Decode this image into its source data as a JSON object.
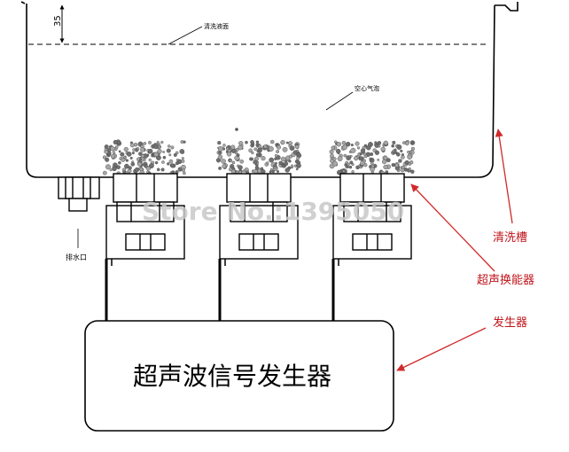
{
  "diagram": {
    "dimension_value": "35",
    "labels": {
      "liquid_level": "清洗液面",
      "cavitation_bubbles": "空心气泡",
      "drain_outlet": "排水口",
      "watermark": "Store No.:1395050"
    },
    "callouts": {
      "tank": "清洗槽",
      "transducer": "超声换能器",
      "generator": "发生器"
    },
    "generator_box_label": "超声波信号发生器",
    "colors": {
      "line": "#000000",
      "callout_text": "#c0151b",
      "callout_arrow": "#d12a2a",
      "watermark": "#c8c8c8",
      "bubbles": "#8a8a8a"
    }
  }
}
